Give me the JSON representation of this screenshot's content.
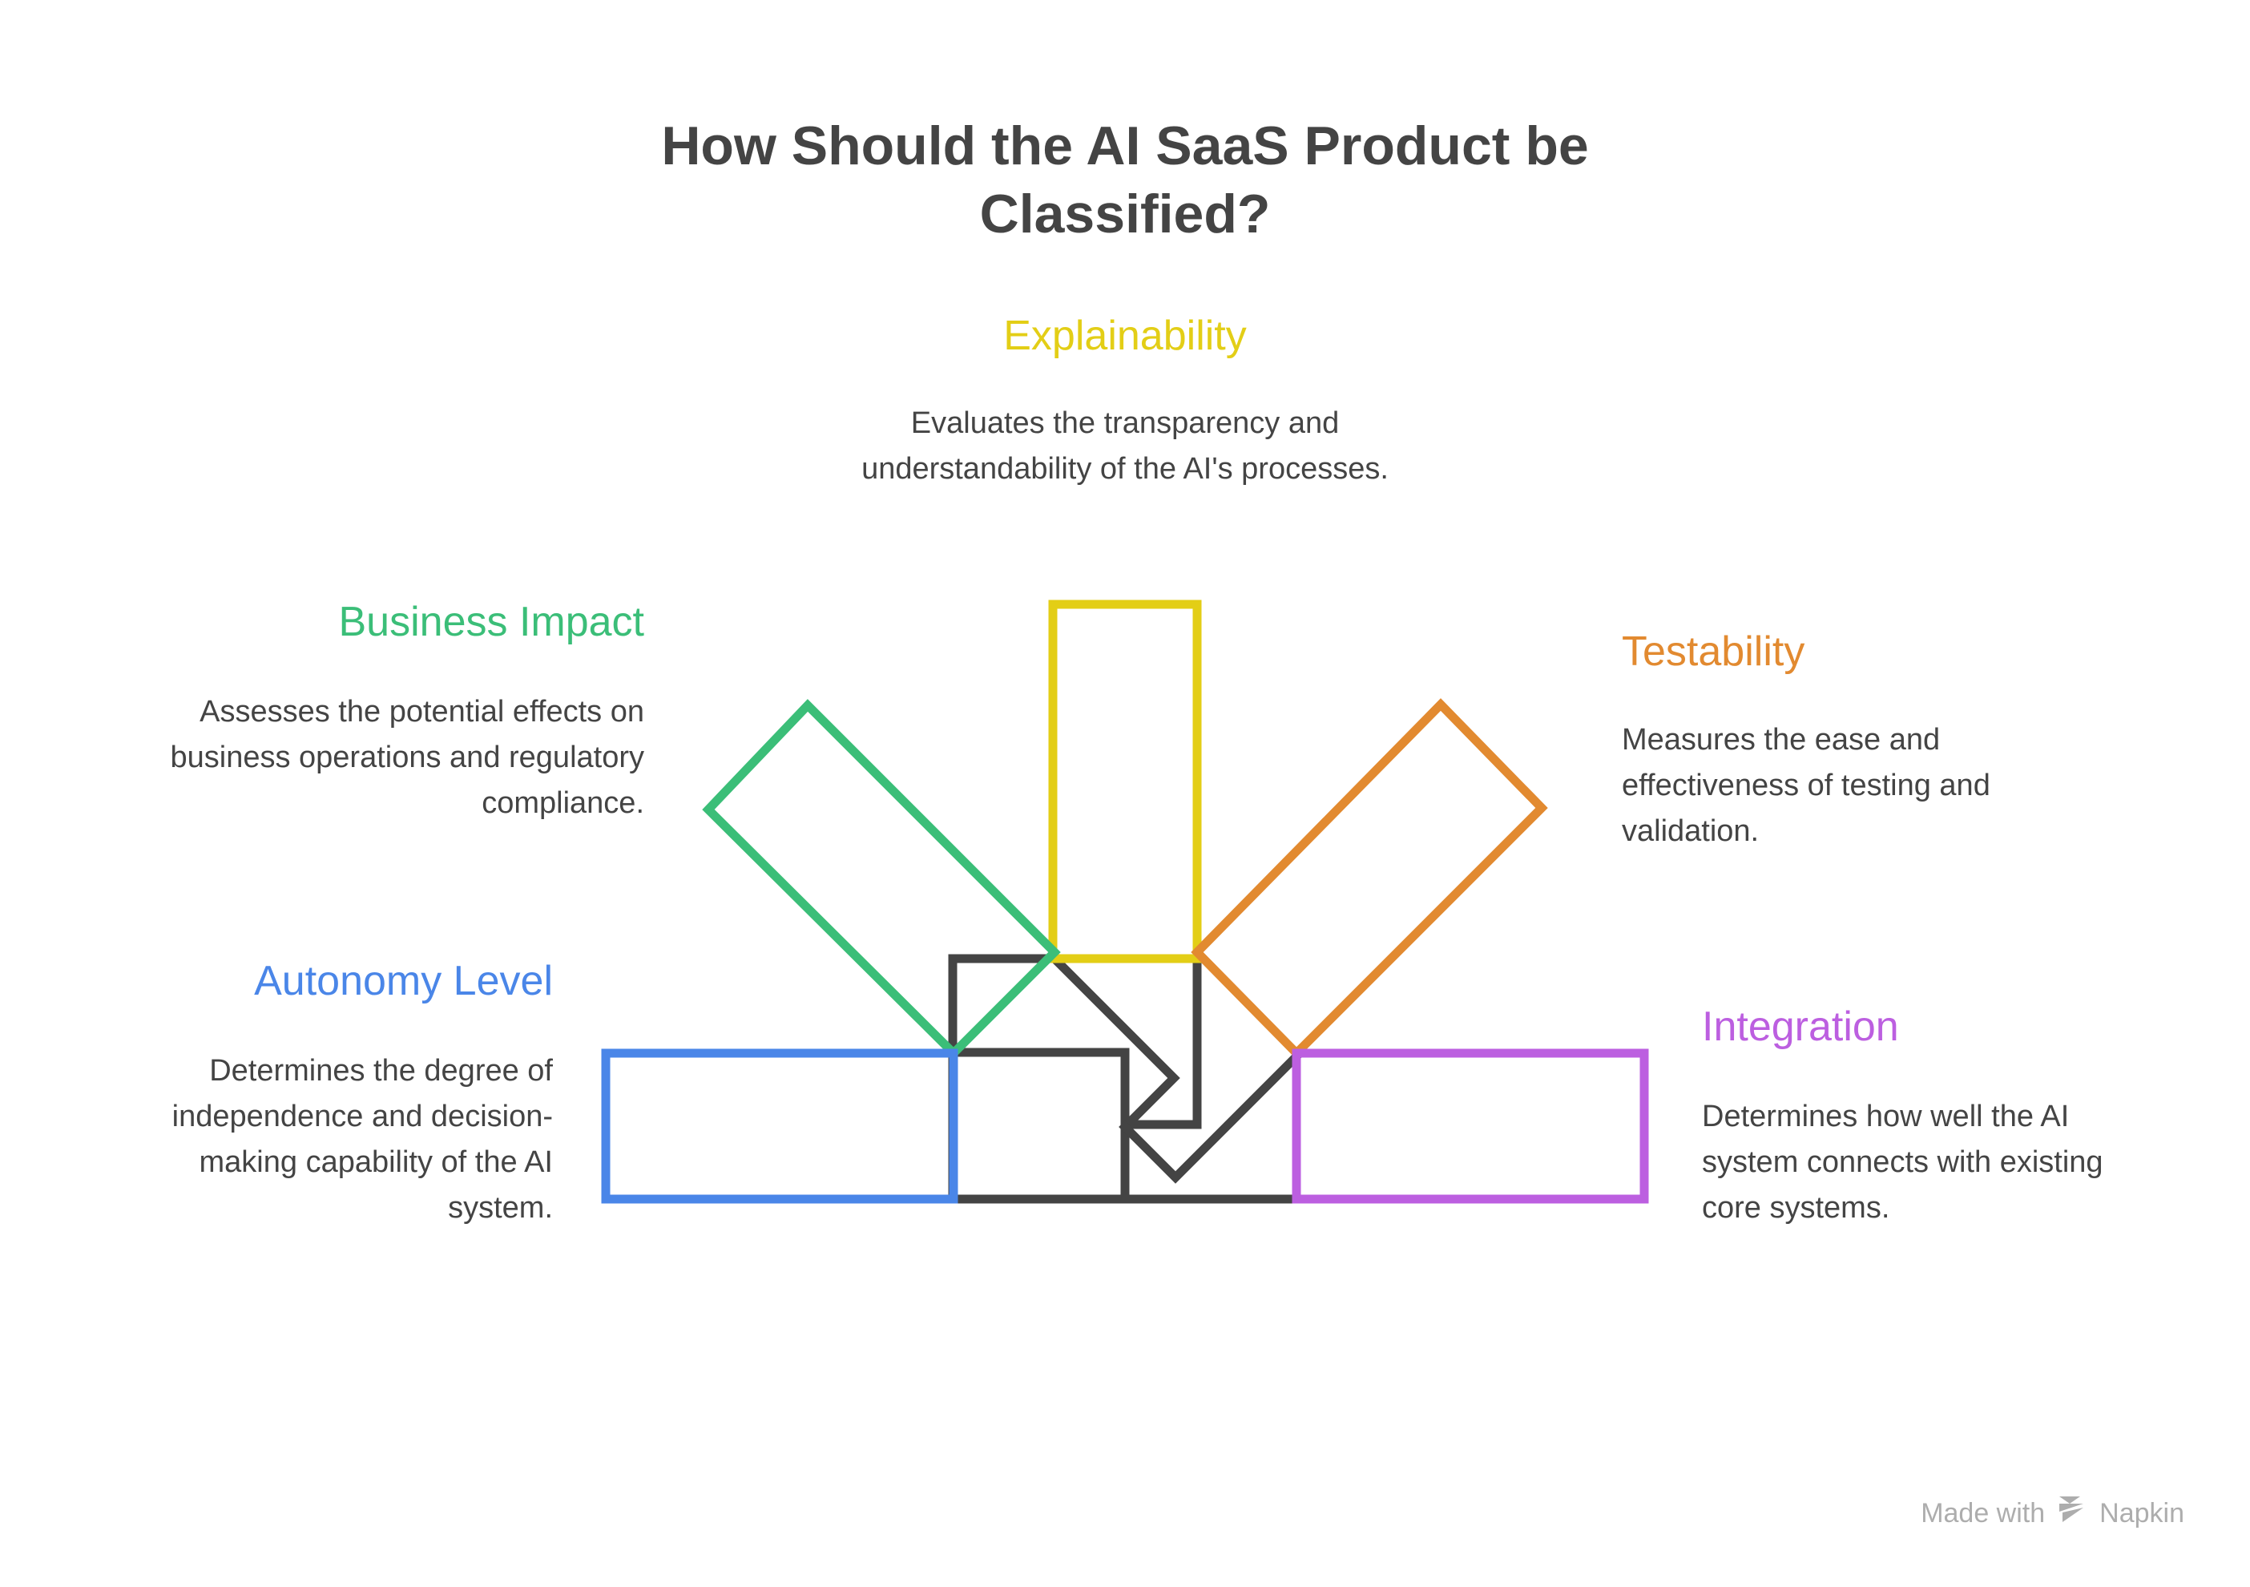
{
  "title": "How Should the AI SaaS Product be Classified?",
  "watermark": {
    "prefix": "Made with",
    "brand": "Napkin",
    "icon": "napkin-logo-icon"
  },
  "nodes": [
    {
      "id": "explainability",
      "label": "Explainability",
      "description": "Evaluates the transparency and understandability of the AI's processes.",
      "color": "#E3CE16",
      "shape": "rectangle-vertical"
    },
    {
      "id": "business-impact",
      "label": "Business Impact",
      "description": "Assesses the potential effects on business operations and regulatory compliance.",
      "color": "#3BBE78",
      "shape": "rotated-rectangle-left"
    },
    {
      "id": "testability",
      "label": "Testability",
      "description": "Measures the ease and effectiveness of testing and validation.",
      "color": "#E28A30",
      "shape": "rotated-rectangle-right"
    },
    {
      "id": "autonomy-level",
      "label": "Autonomy Level",
      "description": "Determines the degree of independence and decision-making capability of the AI system.",
      "color": "#4A86E8",
      "shape": "rectangle-horizontal-left"
    },
    {
      "id": "integration",
      "label": "Integration",
      "description": "Determines how well the AI system connects with existing core systems.",
      "color": "#BC5FE0",
      "shape": "rectangle-horizontal-right"
    }
  ],
  "center": {
    "id": "center-hub",
    "color": "#444444",
    "shape": "interlocking-arrows"
  },
  "colors": {
    "text": "#444444",
    "background": "#ffffff",
    "watermark": "#ADADAD"
  }
}
